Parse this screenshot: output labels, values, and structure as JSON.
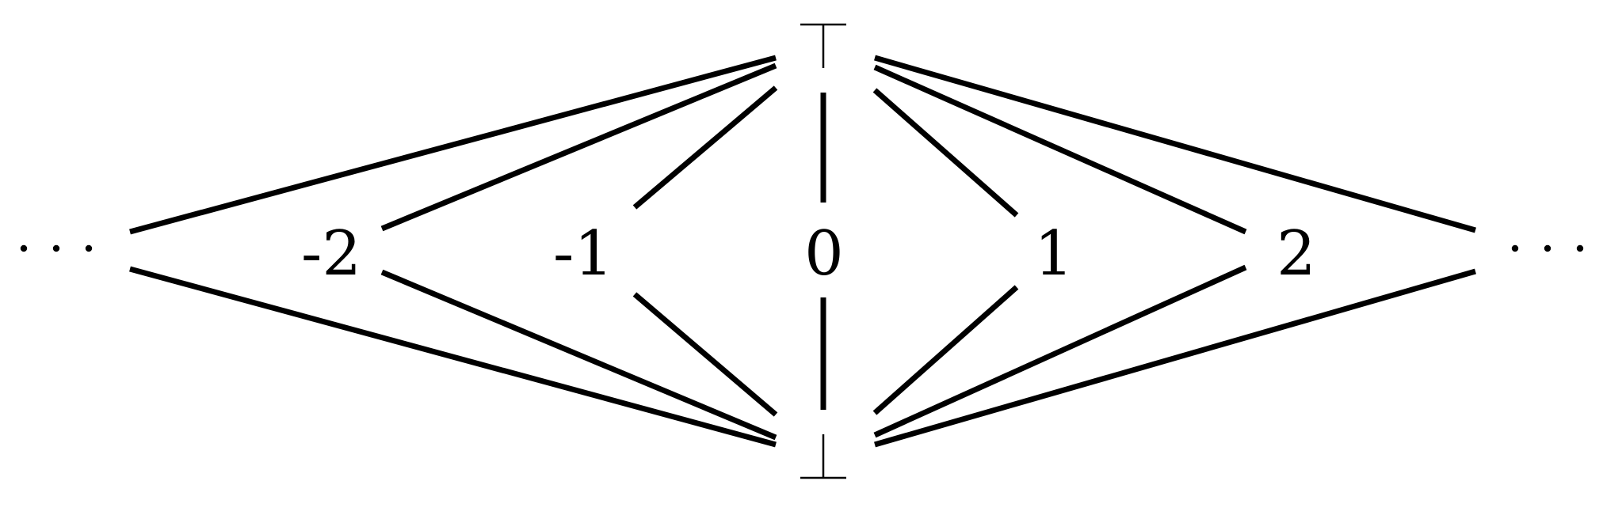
{
  "diagram": {
    "top_node": "⊤",
    "bottom_node": "⊥",
    "left_ellipsis": "···",
    "right_ellipsis": "···",
    "middle_nodes": [
      "-2",
      "-1",
      "0",
      "1",
      "2"
    ],
    "edge_color": "#000000"
  }
}
